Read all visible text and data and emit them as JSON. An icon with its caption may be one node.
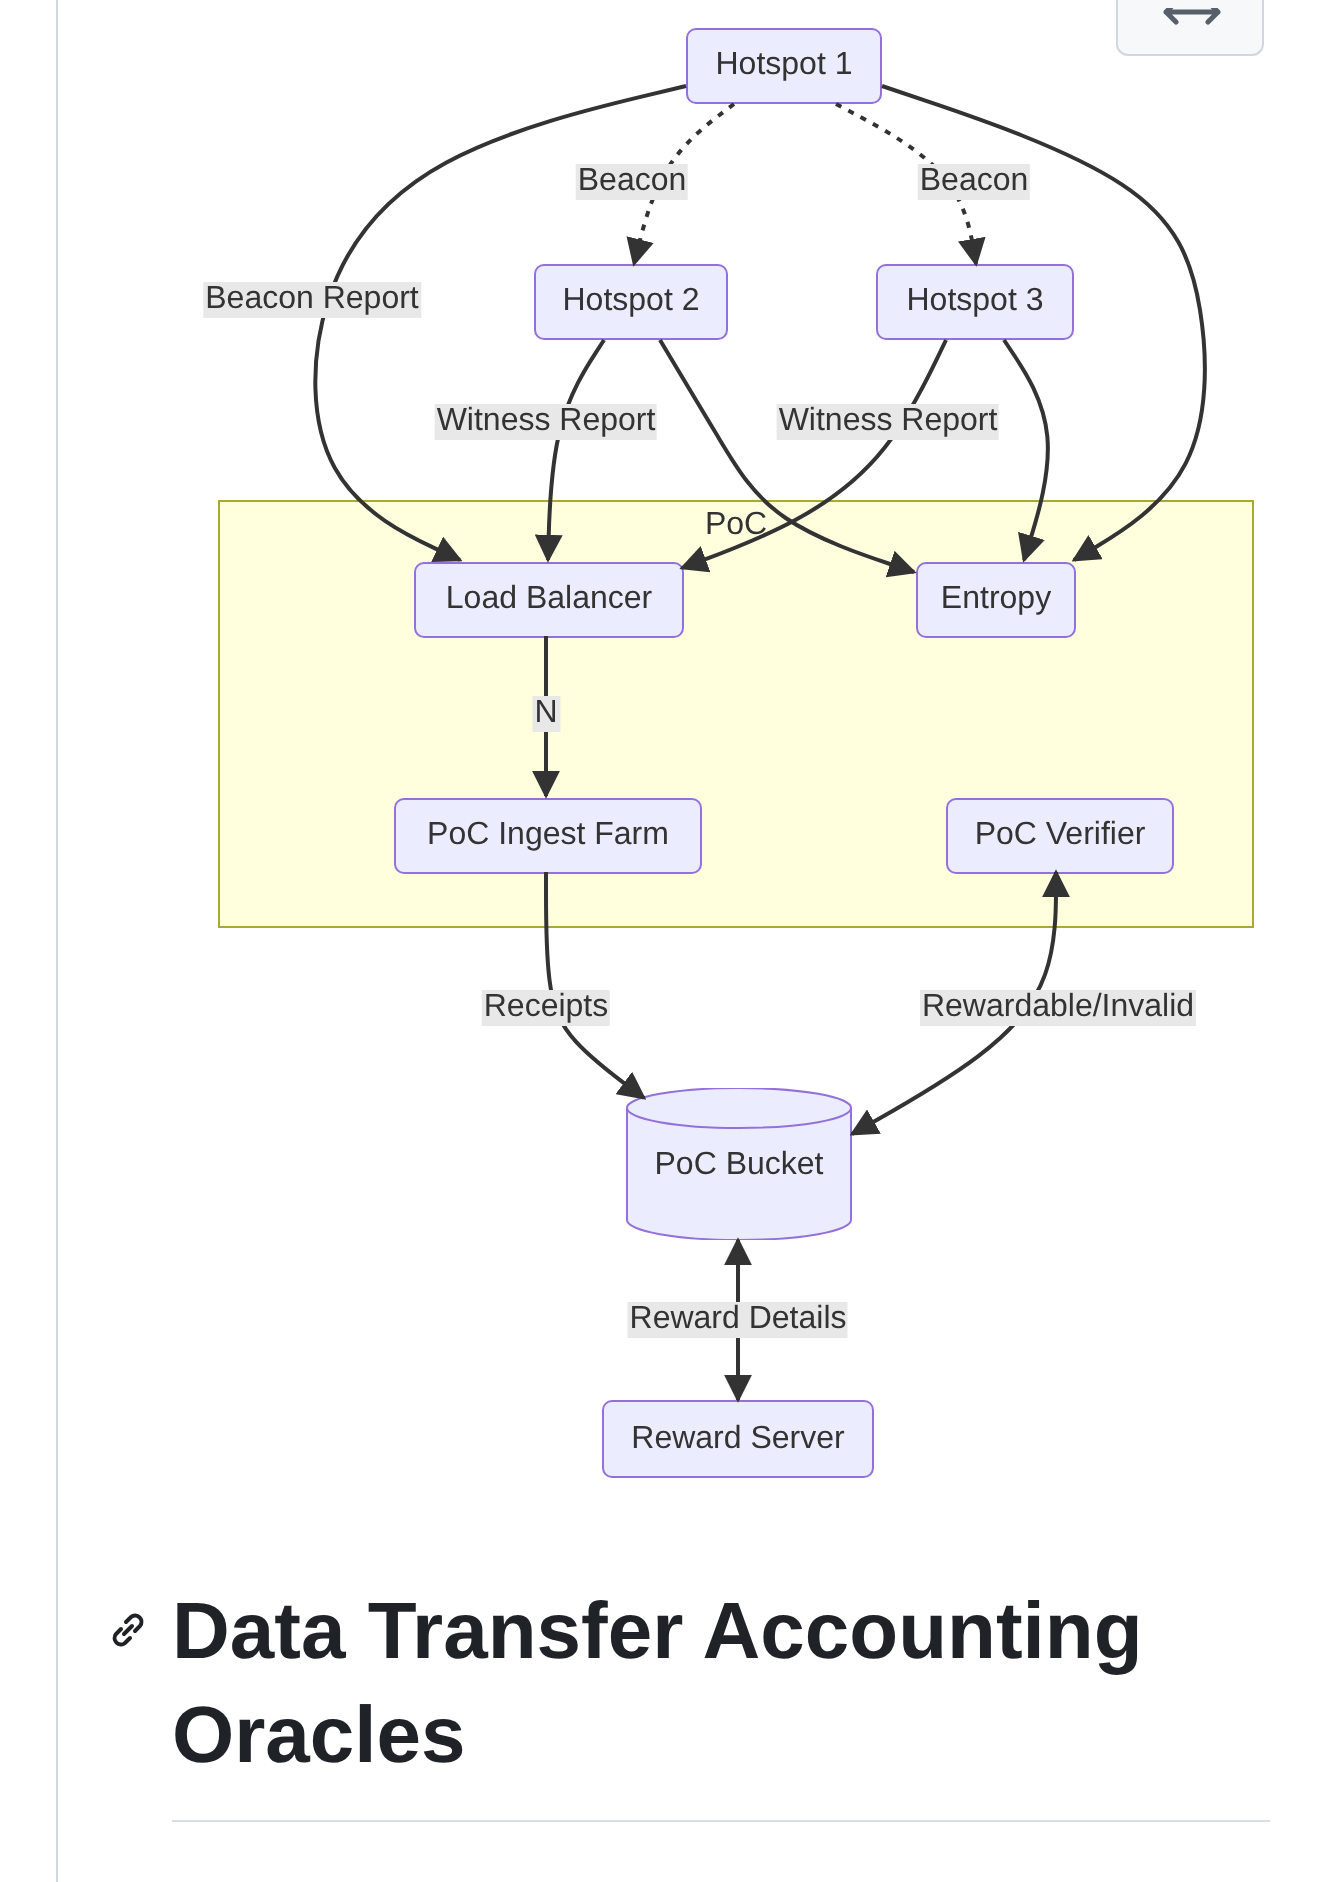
{
  "diagram": {
    "nodes": [
      {
        "text": [
          "Hotspot 1"
        ]
      },
      {
        "text": [
          "Hotspot 2"
        ]
      },
      {
        "text": [
          "Hotspot 3"
        ]
      },
      {
        "text": [
          "PoC"
        ]
      },
      {
        "text": [
          "Load Balancer"
        ],
        "in": 3
      },
      {
        "text": [
          "Entropy"
        ],
        "in": 3
      },
      {
        "text": [
          "PoC Ingest Farm"
        ],
        "in": 3
      },
      {
        "text": [
          "PoC Verifier"
        ],
        "in": 3
      },
      {
        "text": [
          "PoC Bucket"
        ]
      },
      {
        "text": [
          "Reward Server"
        ]
      }
    ],
    "edges": [
      {
        "from": 0,
        "to": 1,
        "arrow": "to",
        "label": "Beacon",
        "style": "dashed"
      },
      {
        "from": 0,
        "to": 2,
        "arrow": "to",
        "label": "Beacon",
        "style": "dashed"
      },
      {
        "from": 0,
        "to": 4,
        "arrow": "to",
        "label": "Beacon Report"
      },
      {
        "from": 0,
        "to": 5,
        "arrow": "to"
      },
      {
        "from": 1,
        "to": 4,
        "arrow": "to",
        "label": "Witness Report"
      },
      {
        "from": 1,
        "to": 5,
        "arrow": "to"
      },
      {
        "from": 2,
        "to": 4,
        "arrow": "to",
        "label": "Witness Report"
      },
      {
        "from": 2,
        "to": 5,
        "arrow": "to"
      },
      {
        "from": 4,
        "to": 6,
        "arrow": "to",
        "label": "N"
      },
      {
        "from": 6,
        "to": 8,
        "arrow": "to",
        "label": "Receipts"
      },
      {
        "from": 7,
        "to": 8,
        "arrow": "both",
        "label": "Rewardable/Invalid"
      },
      {
        "from": 8,
        "to": 9,
        "arrow": "both",
        "label": "Reward Details"
      }
    ],
    "labels": [
      "Data Transfer Accounting Oracles"
    ]
  }
}
